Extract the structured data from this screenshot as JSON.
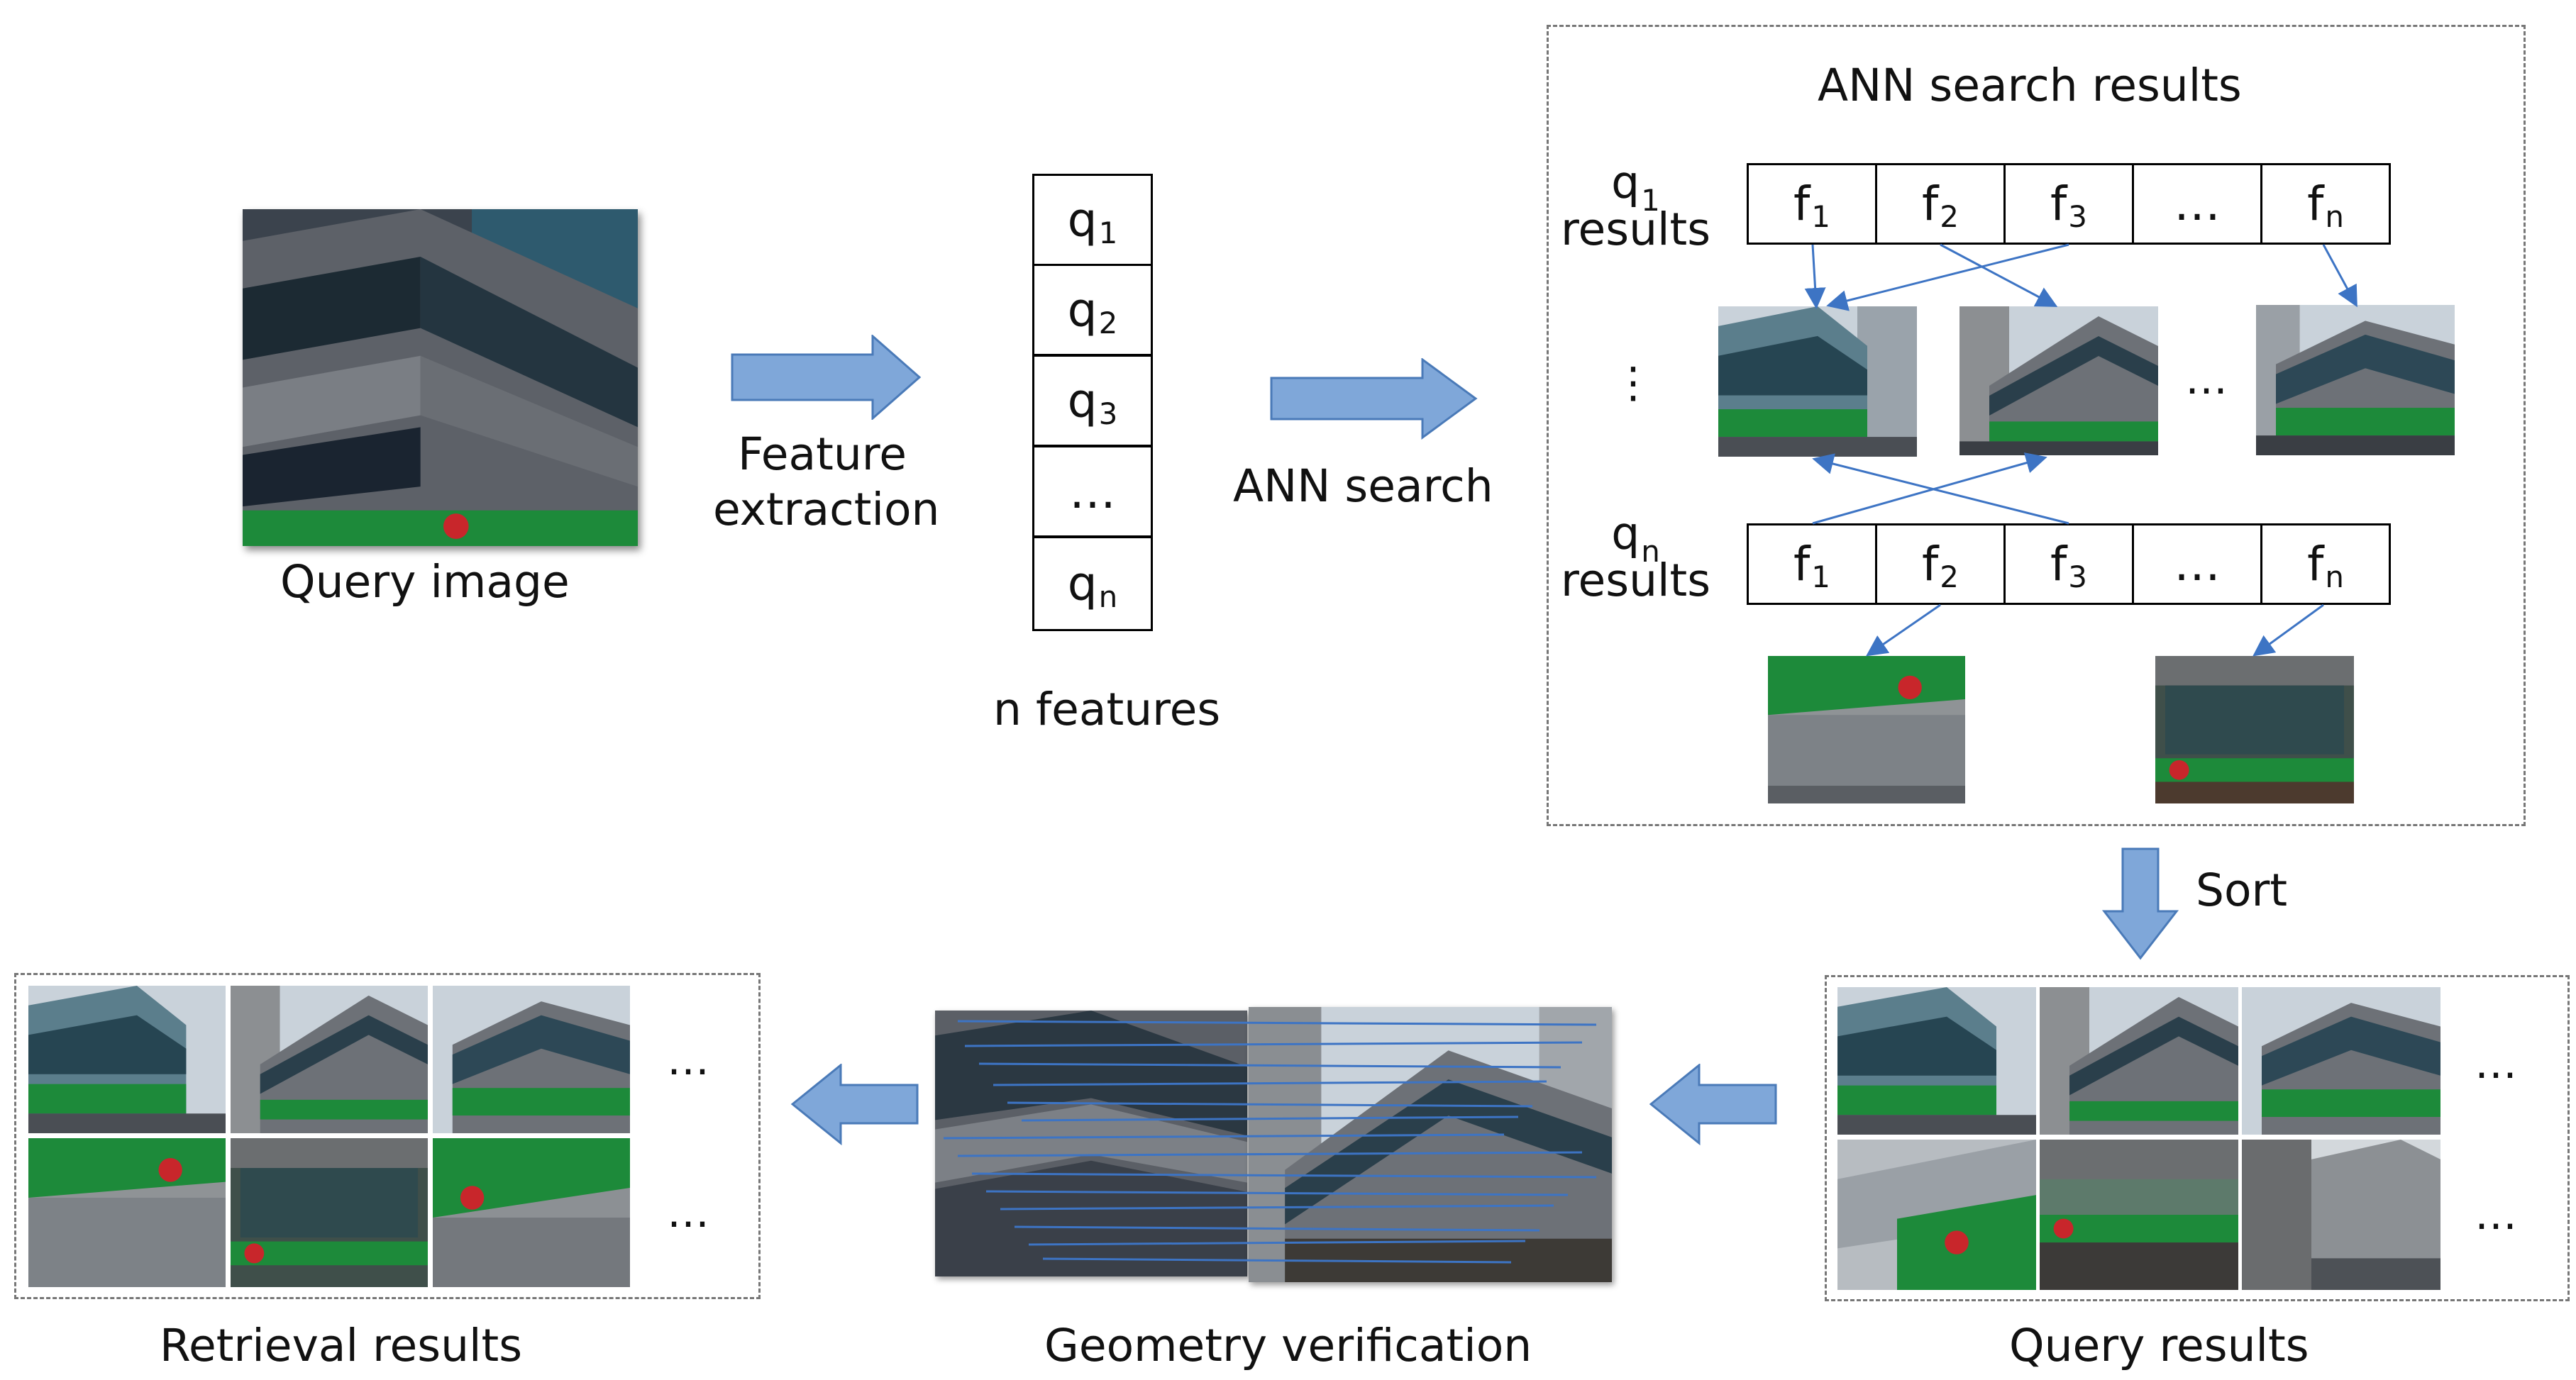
{
  "labels": {
    "query_image": "Query image",
    "feature_extraction_1": "Feature",
    "feature_extraction_2": "extraction",
    "n_features": "n features",
    "ann_search": "ANN search",
    "ann_results_title": "ANN search results",
    "results_word": "results",
    "sort": "Sort",
    "retrieval_results": "Retrieval results",
    "geometry_verification": "Geometry verification",
    "query_results": "Query results",
    "ellipsis": "…",
    "vdots": "⋮"
  },
  "feature_vector": [
    {
      "base": "q",
      "sub": "1"
    },
    {
      "base": "q",
      "sub": "2"
    },
    {
      "base": "q",
      "sub": "3"
    },
    {
      "base": "…",
      "sub": ""
    },
    {
      "base": "q",
      "sub": "n"
    }
  ],
  "result_row": [
    {
      "base": "f",
      "sub": "1"
    },
    {
      "base": "f",
      "sub": "2"
    },
    {
      "base": "f",
      "sub": "3"
    },
    {
      "base": "…",
      "sub": ""
    },
    {
      "base": "f",
      "sub": "n"
    }
  ],
  "row_labels": [
    {
      "base": "q",
      "sub": "1"
    },
    {
      "base": "q",
      "sub": "n"
    }
  ],
  "colors": {
    "arrow_fill": "#7fa7d9",
    "arrow_stroke": "#4a7ab8",
    "link_line": "#3d74c4",
    "building_green": "#1d8a3a",
    "building_gray": "#6d7177",
    "sky": "#c9d2da"
  }
}
